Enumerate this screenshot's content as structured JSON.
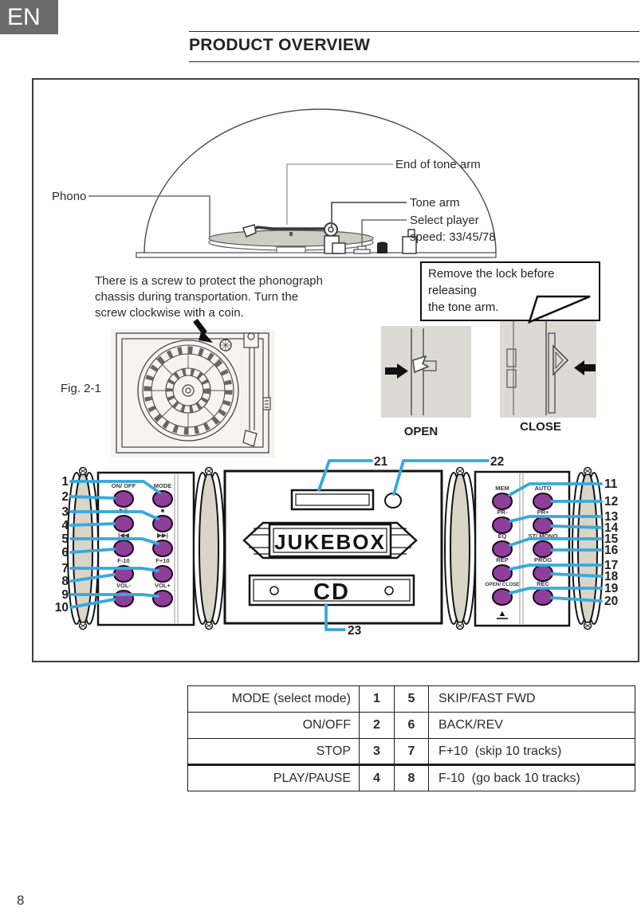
{
  "page": {
    "lang_badge": "EN",
    "title": "PRODUCT OVERVIEW",
    "page_number": "8"
  },
  "colors": {
    "accent_blue": "#38a8dd",
    "button_purple": "#8e3f98",
    "grille_beige": "#d9d5c7",
    "badge_gray": "#6b6b6b",
    "ink": "#2b2b2b"
  },
  "dome": {
    "label_phono": "Phono",
    "label_end_of_tone_arm": "End of tone arm",
    "label_tone_arm": "Tone arm",
    "label_speed_line1": "Select player",
    "label_speed_line2": "speed: 33/45/78"
  },
  "notes": {
    "transport_line1": "There is a screw to protect the phonograph",
    "transport_line2": "chassis during transportation. Turn the",
    "transport_line3": "screw clockwise with a coin.",
    "lock_line1": "Remove the lock before releasing",
    "lock_line2": "the tone arm.",
    "fig_label": "Fig. 2-1",
    "open_label": "OPEN",
    "close_label": "CLOSE"
  },
  "player": {
    "brand": "JUKEBOX",
    "cd_label": "CD",
    "eject_symbol": "▲",
    "left_button_labels": [
      "ON/ OFF",
      "MODE",
      "▶||",
      "■",
      "|◀◀",
      "▶▶|",
      "F-10",
      "F+10",
      "VOL-",
      "VOL+"
    ],
    "right_button_labels": [
      "MEM",
      "AUTO",
      "PR-",
      "PR+",
      "EQ",
      "ST/ MONO",
      "REP",
      "PROG",
      "OPEN/ CLOSE",
      "REC"
    ],
    "callouts_left": [
      "1",
      "2",
      "3",
      "4",
      "5",
      "6",
      "7",
      "8",
      "9",
      "10"
    ],
    "callouts_right": [
      "11",
      "12",
      "13",
      "14",
      "15",
      "16",
      "17",
      "18",
      "19",
      "20"
    ],
    "callout_display": "21",
    "callout_power": "22",
    "callout_cd_door": "23"
  },
  "legend_table": {
    "rows": [
      {
        "function_left": "MODE (select mode)",
        "num_left": "1",
        "num_right": "5",
        "function_right": "SKIP/FAST FWD"
      },
      {
        "function_left": "ON/OFF",
        "num_left": "2",
        "num_right": "6",
        "function_right": "BACK/REV"
      },
      {
        "function_left": "STOP",
        "num_left": "3",
        "num_right": "7",
        "function_right": "F+10  (skip 10 tracks)"
      },
      {
        "function_left": "PLAY/PAUSE",
        "num_left": "4",
        "num_right": "8",
        "function_right": "F-10  (go back 10 tracks)"
      }
    ]
  }
}
